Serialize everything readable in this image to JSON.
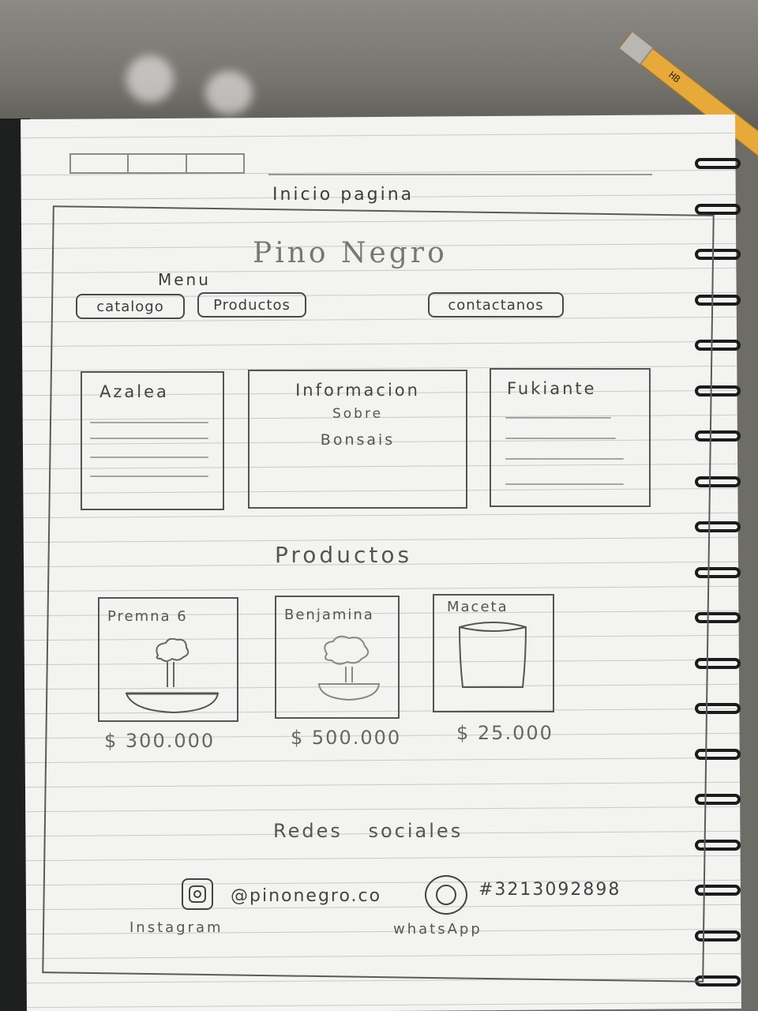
{
  "header": {
    "page_title": "Inicio pagina",
    "brand": "Pino Negro"
  },
  "menu": {
    "label": "Menu",
    "items": [
      {
        "label": "catalogo"
      },
      {
        "label": "Productos"
      },
      {
        "label": "contactanos"
      }
    ]
  },
  "info_cards": {
    "left_title": "Azalea",
    "center_lines": [
      "Informacion",
      "Sobre",
      "Bonsais"
    ],
    "right_title": "Fukiante"
  },
  "products": {
    "section_title": "Productos",
    "items": [
      {
        "name": "Premna 6",
        "price": "$ 300.000",
        "icon": "bonsai-tree-icon"
      },
      {
        "name": "Benjamina",
        "price": "$ 500.000",
        "icon": "bonsai-tree-icon"
      },
      {
        "name": "Maceta",
        "price": "$ 25.000",
        "icon": "pot-icon"
      }
    ]
  },
  "social": {
    "section_title": "Redes sociales",
    "instagram": {
      "handle": "@pinonegro.co",
      "label": "Instagram",
      "icon": "instagram-icon"
    },
    "whatsapp": {
      "number": "#3213092898",
      "label": "whatsApp",
      "icon": "whatsapp-icon"
    }
  },
  "pencil_mark": "HB"
}
